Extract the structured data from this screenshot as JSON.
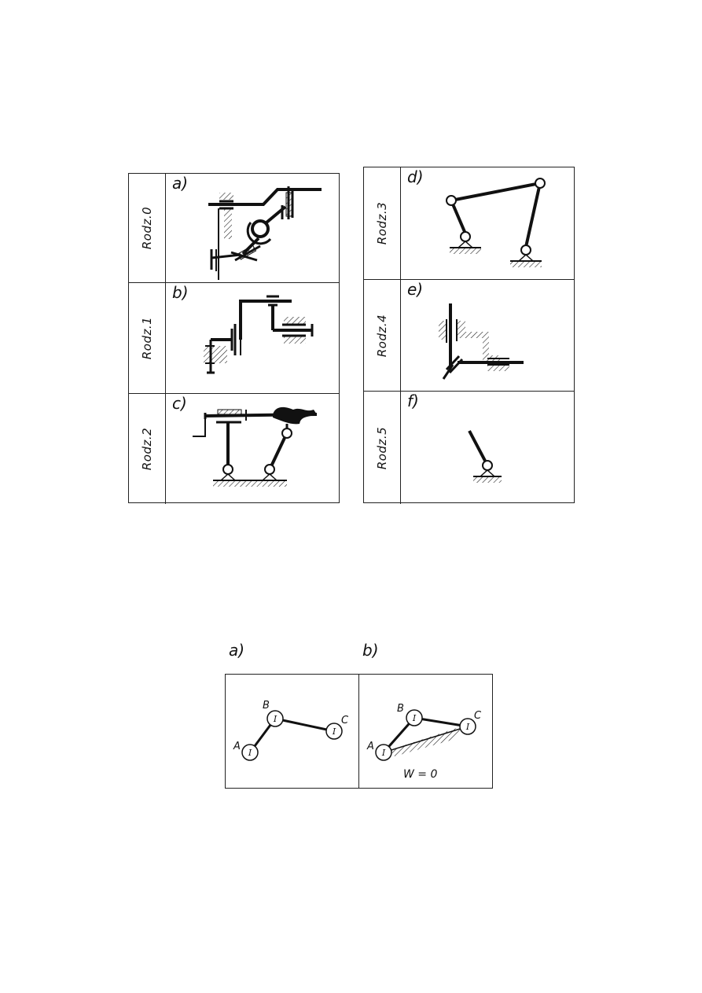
{
  "table_left": {
    "rows": [
      {
        "side_label": "Rodz.0",
        "tag": "a)"
      },
      {
        "side_label": "Rodz.1",
        "tag": "b)"
      },
      {
        "side_label": "Rodz.2",
        "tag": "c)"
      }
    ]
  },
  "table_right": {
    "rows": [
      {
        "side_label": "Rodz.3",
        "tag": "d)"
      },
      {
        "side_label": "Rodz.4",
        "tag": "e)"
      },
      {
        "side_label": "Rodz.5",
        "tag": "f)"
      }
    ]
  },
  "figure2": {
    "tag_a": "a)",
    "tag_b": "b)",
    "point_labels": {
      "A": "A",
      "B": "B",
      "C": "C"
    },
    "joint_numeral": "I",
    "dof_label": "W = 0"
  }
}
